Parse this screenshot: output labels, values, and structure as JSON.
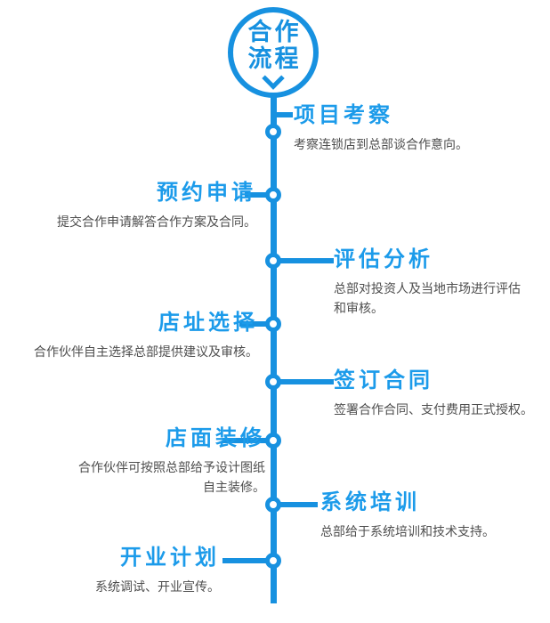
{
  "header": {
    "circle_title_line1": "合作",
    "circle_title_line2": "流程",
    "chevron_icon": "chevron-down"
  },
  "steps": [
    {
      "title": "项目考察",
      "desc": "考察连锁店到总部谈合作意向。",
      "side": "right"
    },
    {
      "title": "预约申请",
      "desc": "提交合作申请解答合作方案及合同。",
      "side": "left"
    },
    {
      "title": "评估分析",
      "desc": "总部对投资人及当地市场进行评估和审核。",
      "side": "right"
    },
    {
      "title": "店址选择",
      "desc": "合作伙伴自主选择总部提供建议及审核。",
      "side": "left"
    },
    {
      "title": "签订合同",
      "desc": "签署合作合同、支付费用正式授权。",
      "side": "right"
    },
    {
      "title": "店面装修",
      "desc": "合作伙伴可按照总部给予设计图纸自主装修。",
      "side": "left"
    },
    {
      "title": "系统培训",
      "desc": "总部给于系统培训和技术支持。",
      "side": "right"
    },
    {
      "title": "开业计划",
      "desc": "系统调试、开业宣传。",
      "side": "left"
    }
  ],
  "colors": {
    "accent": "#1791E0",
    "title_text": "#1C9BEA",
    "desc_text": "#4E4E4E",
    "background": "#FFFFFF"
  }
}
